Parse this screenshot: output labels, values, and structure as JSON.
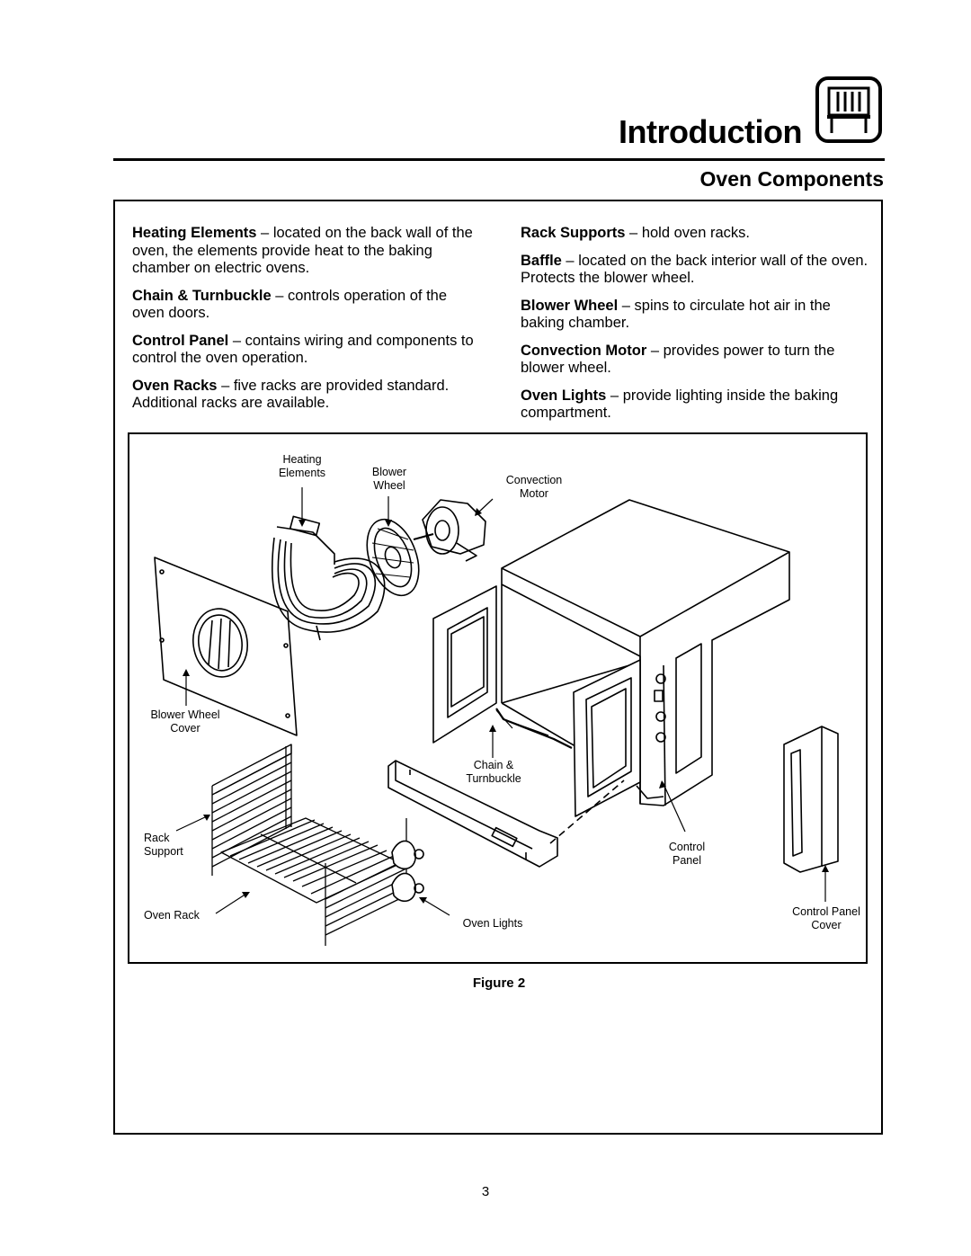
{
  "header": {
    "title": "Introduction",
    "subtitle": "Oven Components",
    "icon": "oven-icon"
  },
  "components_left": [
    {
      "term": "Heating Elements",
      "desc": "located on the back wall of the oven, the elements provide heat to the baking chamber on electric ovens."
    },
    {
      "term": "Chain & Turnbuckle",
      "desc": "controls operation of the oven doors."
    },
    {
      "term": "Control Panel",
      "desc": "contains wiring and components to control the oven operation."
    },
    {
      "term": "Oven Racks",
      "desc": "five racks are provided standard. Additional racks are available."
    }
  ],
  "components_right": [
    {
      "term": "Rack Supports",
      "desc": "hold oven racks."
    },
    {
      "term": "Baffle",
      "desc": "located on the back interior wall of the oven. Protects the blower wheel."
    },
    {
      "term": "Blower Wheel",
      "desc": "spins to circulate hot air in the baking chamber."
    },
    {
      "term": "Convection Motor",
      "desc": "provides power to turn the blower wheel."
    },
    {
      "term": "Oven Lights",
      "desc": "provide lighting inside the baking compartment."
    }
  ],
  "figure": {
    "labels": {
      "heating_elements": "Heating Elements",
      "blower_wheel": "Blower Wheel",
      "convection_motor": "Convection Motor",
      "blower_wheel_cover": "Blower Wheel Cover",
      "chain_turnbuckle": "Chain & Turnbuckle",
      "rack_support": "Rack Support",
      "control_panel": "Control Panel",
      "oven_rack": "Oven Rack",
      "oven_lights": "Oven Lights",
      "control_panel_cover": "Control Panel Cover"
    },
    "caption": "Figure 2"
  },
  "page_number": "3"
}
